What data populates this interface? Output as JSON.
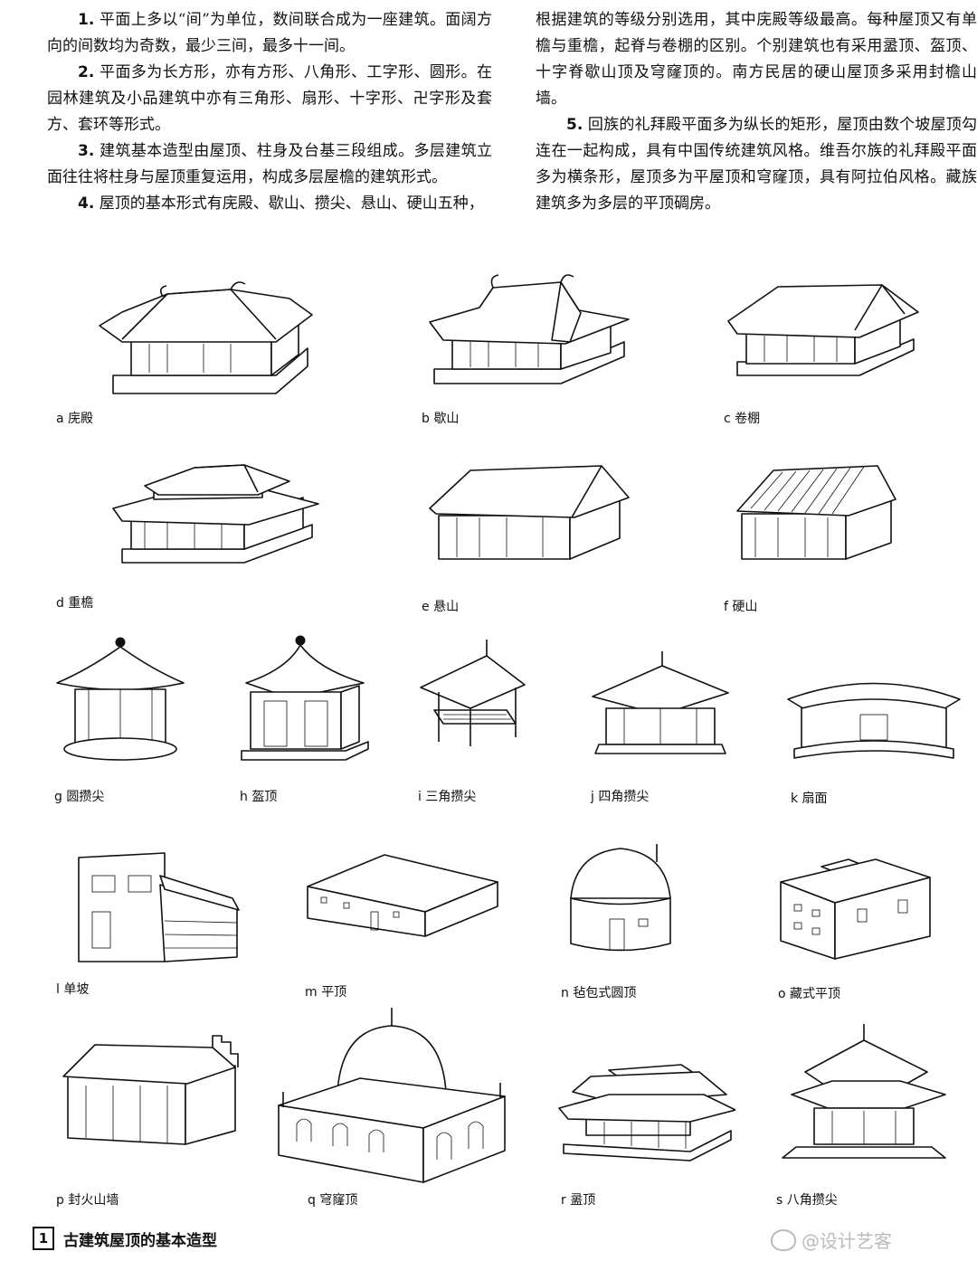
{
  "paragraphs_left": [
    {
      "num": "1.",
      "text": "平面上多以“间”为单位，数间联合成为一座建筑。面阔方向的间数均为奇数，最少三间，最多十一间。"
    },
    {
      "num": "2.",
      "text": "平面多为长方形，亦有方形、八角形、工字形、圆形。在园林建筑及小品建筑中亦有三角形、扇形、十字形、卍字形及套方、套环等形式。"
    },
    {
      "num": "3.",
      "text": "建筑基本造型由屋顶、柱身及台基三段组成。多层建筑立面往往将柱身与屋顶重复运用，构成多层屋檐的建筑形式。"
    },
    {
      "num": "4.",
      "text": "屋顶的基本形式有庑殿、歇山、攒尖、悬山、硬山五种，"
    }
  ],
  "paragraphs_right": [
    {
      "num": "",
      "text": "根据建筑的等级分别选用，其中庑殿等级最高。每种屋顶又有单檐与重檐，起脊与卷棚的区别。个别建筑也有采用盝顶、盔顶、十字脊歇山顶及穹窿顶的。南方民居的硬山屋顶多采用封檐山墙。"
    },
    {
      "num": "5.",
      "text": "回族的礼拜殿平面多为纵长的矩形，屋顶由数个坡屋顶勾连在一起构成，具有中国传统建筑风格。维吾尔族的礼拜殿平面多为横条形，屋顶多为平屋顶和穹窿顶，具有阿拉伯风格。藏族建筑多为多层的平顶碉房。"
    }
  ],
  "figures": {
    "a": "a 庑殿",
    "b": "b 歇山",
    "c": "c 卷棚",
    "d": "d 重檐",
    "e": "e 悬山",
    "f": "f 硬山",
    "g": "g 圆攒尖",
    "h": "h 盔顶",
    "i": "i 三角攒尖",
    "j": "j 四角攒尖",
    "k": "k 扇面",
    "l": "l 单坡",
    "m": "m 平顶",
    "n": "n 毡包式圆顶",
    "o": "o 藏式平顶",
    "p": "p 封火山墙",
    "q": "q 穹窿顶",
    "r": "r 盝顶",
    "s": "s 八角攒尖"
  },
  "figure_title": {
    "number": "1",
    "text": "古建筑屋顶的基本造型"
  },
  "watermark": "@设计艺客"
}
